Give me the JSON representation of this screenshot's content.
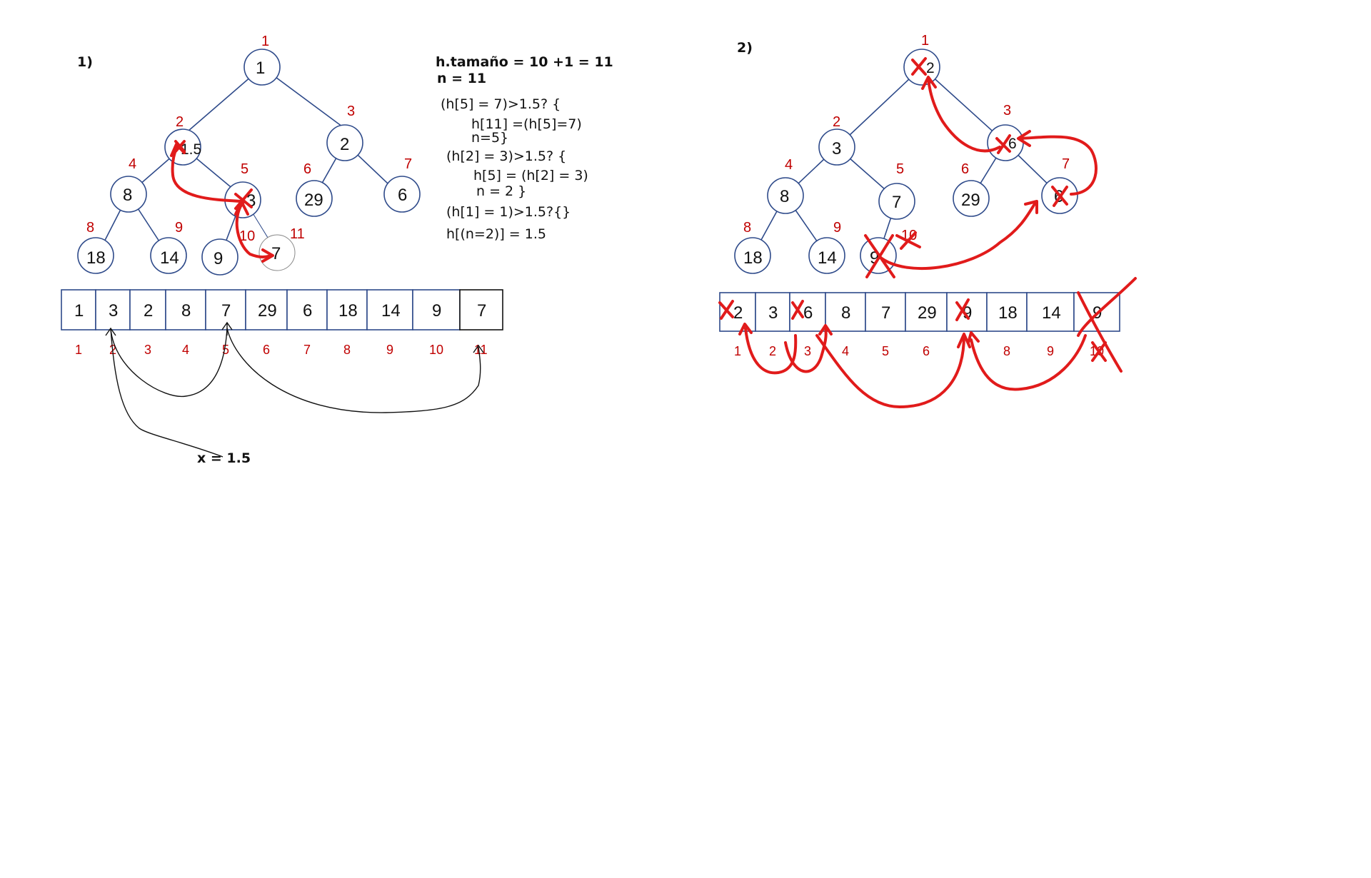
{
  "panel1": {
    "label": "1)",
    "nodes": [
      {
        "idx": "1",
        "val": "1"
      },
      {
        "idx": "2",
        "val": "1.5"
      },
      {
        "idx": "3",
        "val": "2"
      },
      {
        "idx": "4",
        "val": "8"
      },
      {
        "idx": "5",
        "val": "3"
      },
      {
        "idx": "6",
        "val": "29"
      },
      {
        "idx": "7",
        "val": "6"
      },
      {
        "idx": "8",
        "val": "18"
      },
      {
        "idx": "9",
        "val": "14"
      },
      {
        "idx": "10",
        "val": "9"
      },
      {
        "idx": "11",
        "val": "7"
      }
    ],
    "array_values": [
      "1",
      "3",
      "2",
      "8",
      "7",
      "29",
      "6",
      "18",
      "14",
      "9",
      "7"
    ],
    "array_indices": [
      "1",
      "2",
      "3",
      "4",
      "5",
      "6",
      "7",
      "8",
      "9",
      "10",
      "11"
    ],
    "notes": [
      "h.tamaño = 10 +1 = 11",
      "n = 11",
      "(h[5] = 7)>1.5? {",
      "h[11] =(h[5]=7)",
      "n=5}",
      "(h[2] = 3)>1.5? {",
      "h[5] = (h[2] = 3)",
      "n = 2 }",
      "(h[1] = 1)>1.5?{}",
      "h[(n=2)] = 1.5"
    ],
    "x_label": "x = 1.5"
  },
  "panel2": {
    "label": "2)",
    "nodes": [
      {
        "idx": "1",
        "val": "2"
      },
      {
        "idx": "2",
        "val": "3"
      },
      {
        "idx": "3",
        "val": "6"
      },
      {
        "idx": "4",
        "val": "8"
      },
      {
        "idx": "5",
        "val": "7"
      },
      {
        "idx": "6",
        "val": "29"
      },
      {
        "idx": "7",
        "val": "6"
      },
      {
        "idx": "8",
        "val": "18"
      },
      {
        "idx": "9",
        "val": "14"
      },
      {
        "idx": "10",
        "val": "9"
      }
    ],
    "array_values": [
      "2",
      "3",
      "6",
      "8",
      "7",
      "29",
      "9",
      "18",
      "14",
      "9"
    ],
    "array_indices": [
      "1",
      "2",
      "3",
      "4",
      "5",
      "6",
      "",
      "8",
      "9",
      "10"
    ]
  },
  "colors": {
    "node_stroke": "#2e4a8a",
    "index_red": "#c00000",
    "annotation_red": "#e11b1b"
  }
}
